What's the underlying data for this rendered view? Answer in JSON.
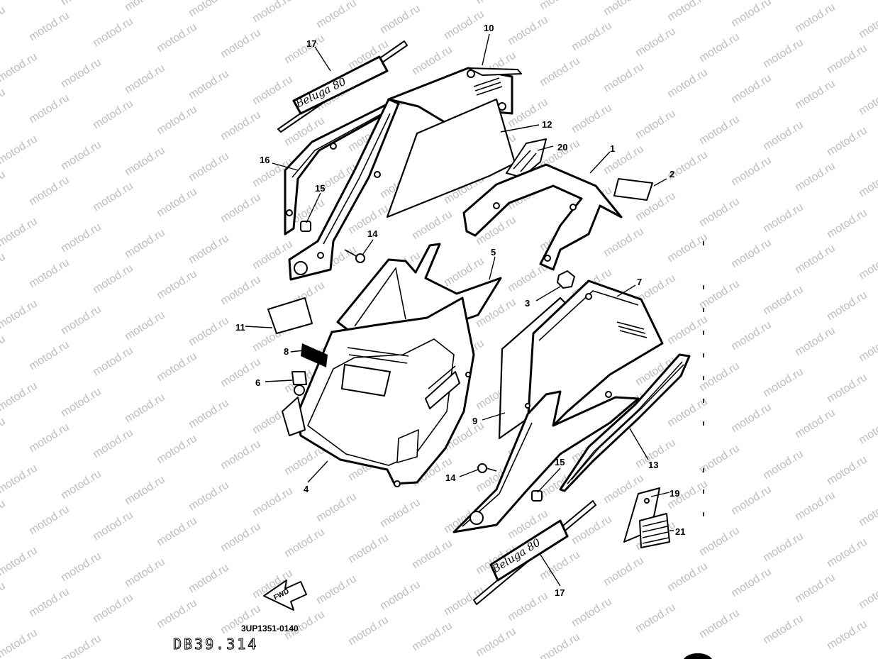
{
  "watermark": "motod.ru",
  "diagram_code": "3UP1351-0140",
  "page_code": "DB39.314",
  "fwd_label": "FWD",
  "emblem_text": "Beluga 80",
  "callouts": [
    {
      "id": "c17a",
      "label": "17"
    },
    {
      "id": "c10",
      "label": "10"
    },
    {
      "id": "c12",
      "label": "12"
    },
    {
      "id": "c20",
      "label": "20"
    },
    {
      "id": "c1",
      "label": "1"
    },
    {
      "id": "c2",
      "label": "2"
    },
    {
      "id": "c16",
      "label": "16"
    },
    {
      "id": "c15a",
      "label": "15"
    },
    {
      "id": "c14a",
      "label": "14"
    },
    {
      "id": "c5",
      "label": "5"
    },
    {
      "id": "c3",
      "label": "3"
    },
    {
      "id": "c7",
      "label": "7"
    },
    {
      "id": "c11",
      "label": "11"
    },
    {
      "id": "c8",
      "label": "8"
    },
    {
      "id": "c6",
      "label": "6"
    },
    {
      "id": "c9",
      "label": "9"
    },
    {
      "id": "c4",
      "label": "4"
    },
    {
      "id": "c14b",
      "label": "14"
    },
    {
      "id": "c15b",
      "label": "15"
    },
    {
      "id": "c13",
      "label": "13"
    },
    {
      "id": "c19",
      "label": "19"
    },
    {
      "id": "c21",
      "label": "21"
    },
    {
      "id": "c17b",
      "label": "17"
    }
  ]
}
